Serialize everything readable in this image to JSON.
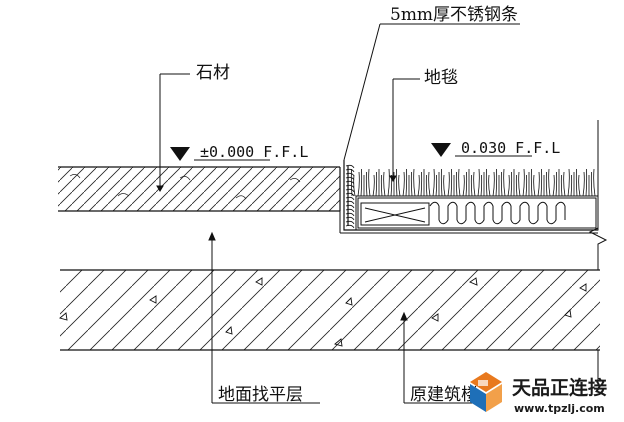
{
  "labels": {
    "stainless_strip": "5mm厚不锈钢条",
    "stone": "石材",
    "carpet": "地毯",
    "level_stone": "±0.000 F.F.L",
    "level_carpet": "0.030 F.F.L",
    "screed_layer": "地面找平层",
    "structural_slab": "原建筑楼"
  },
  "watermark": {
    "brand": "天品正连接",
    "url": "www.tpzlj.com",
    "colors": {
      "orange": "#e8791e",
      "blue": "#1e6fb8",
      "text": "#1a1a1a"
    }
  }
}
